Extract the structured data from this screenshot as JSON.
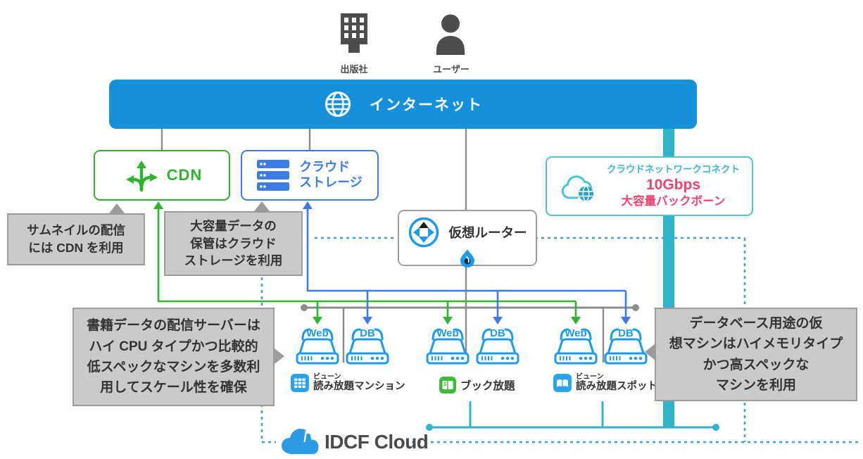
{
  "colors": {
    "c-bar": "#1591d9",
    "c-green": "#2eb52d",
    "c-blue": "#3e7ce5",
    "c-sky": "#1b9be9",
    "c-cyan": "#4cc2d8",
    "c-cyan2": "#3bb9d2",
    "c-teal": "#33b3c9",
    "c-pink": "#f0436e",
    "c-dash": "#3e9fd9",
    "c-grayline": "#8c8c8c",
    "c-boxfill": "#cacaca",
    "c-boxborder": "#9b9b9b",
    "c-dark": "#4d4d4d",
    "c-brand": "#2e9ae4"
  },
  "top": {
    "publisher_label": "出版社",
    "user_label": "ユーザー"
  },
  "internet": {
    "label": "インターネット"
  },
  "cdn": {
    "label": "CDN"
  },
  "storage": {
    "line1": "クラウド",
    "line2": "ストレージ"
  },
  "connect": {
    "title": "クラウドネットワークコネクト",
    "speed": "10Gbps",
    "subtitle": "大容量バックボーン"
  },
  "router": {
    "label": "仮想ルーター"
  },
  "callouts": {
    "cdn_note": {
      "line1": "サムネイルの配信",
      "line2": "には CDN を利用"
    },
    "storage_note": {
      "line1": "大容量データの",
      "line2": "保管はクラウド",
      "line3": "ストレージを利用"
    },
    "web_note": {
      "line1": "書籍データの配信サーバーは",
      "line2": "ハイ CPU タイプかつ比較的",
      "line3": "低スペックなマシンを多数利",
      "line4": "用してスケール性を確保"
    },
    "db_note": {
      "line1": "データベース用途の仮",
      "line2": "想マシンはハイメモリタイプ",
      "line3": "かつ高スペックな",
      "line4": "マシンを利用"
    }
  },
  "groups": [
    {
      "web": "Web",
      "db": "DB",
      "brand": "ビューン",
      "service": "読み放題マンション"
    },
    {
      "web": "Web",
      "db": "DB",
      "brand": "",
      "service": "ブック放題"
    },
    {
      "web": "Web",
      "db": "DB",
      "brand": "ビューン",
      "service": "読み放題スポット"
    }
  ],
  "footer": {
    "brand": "IDCF Cloud"
  }
}
